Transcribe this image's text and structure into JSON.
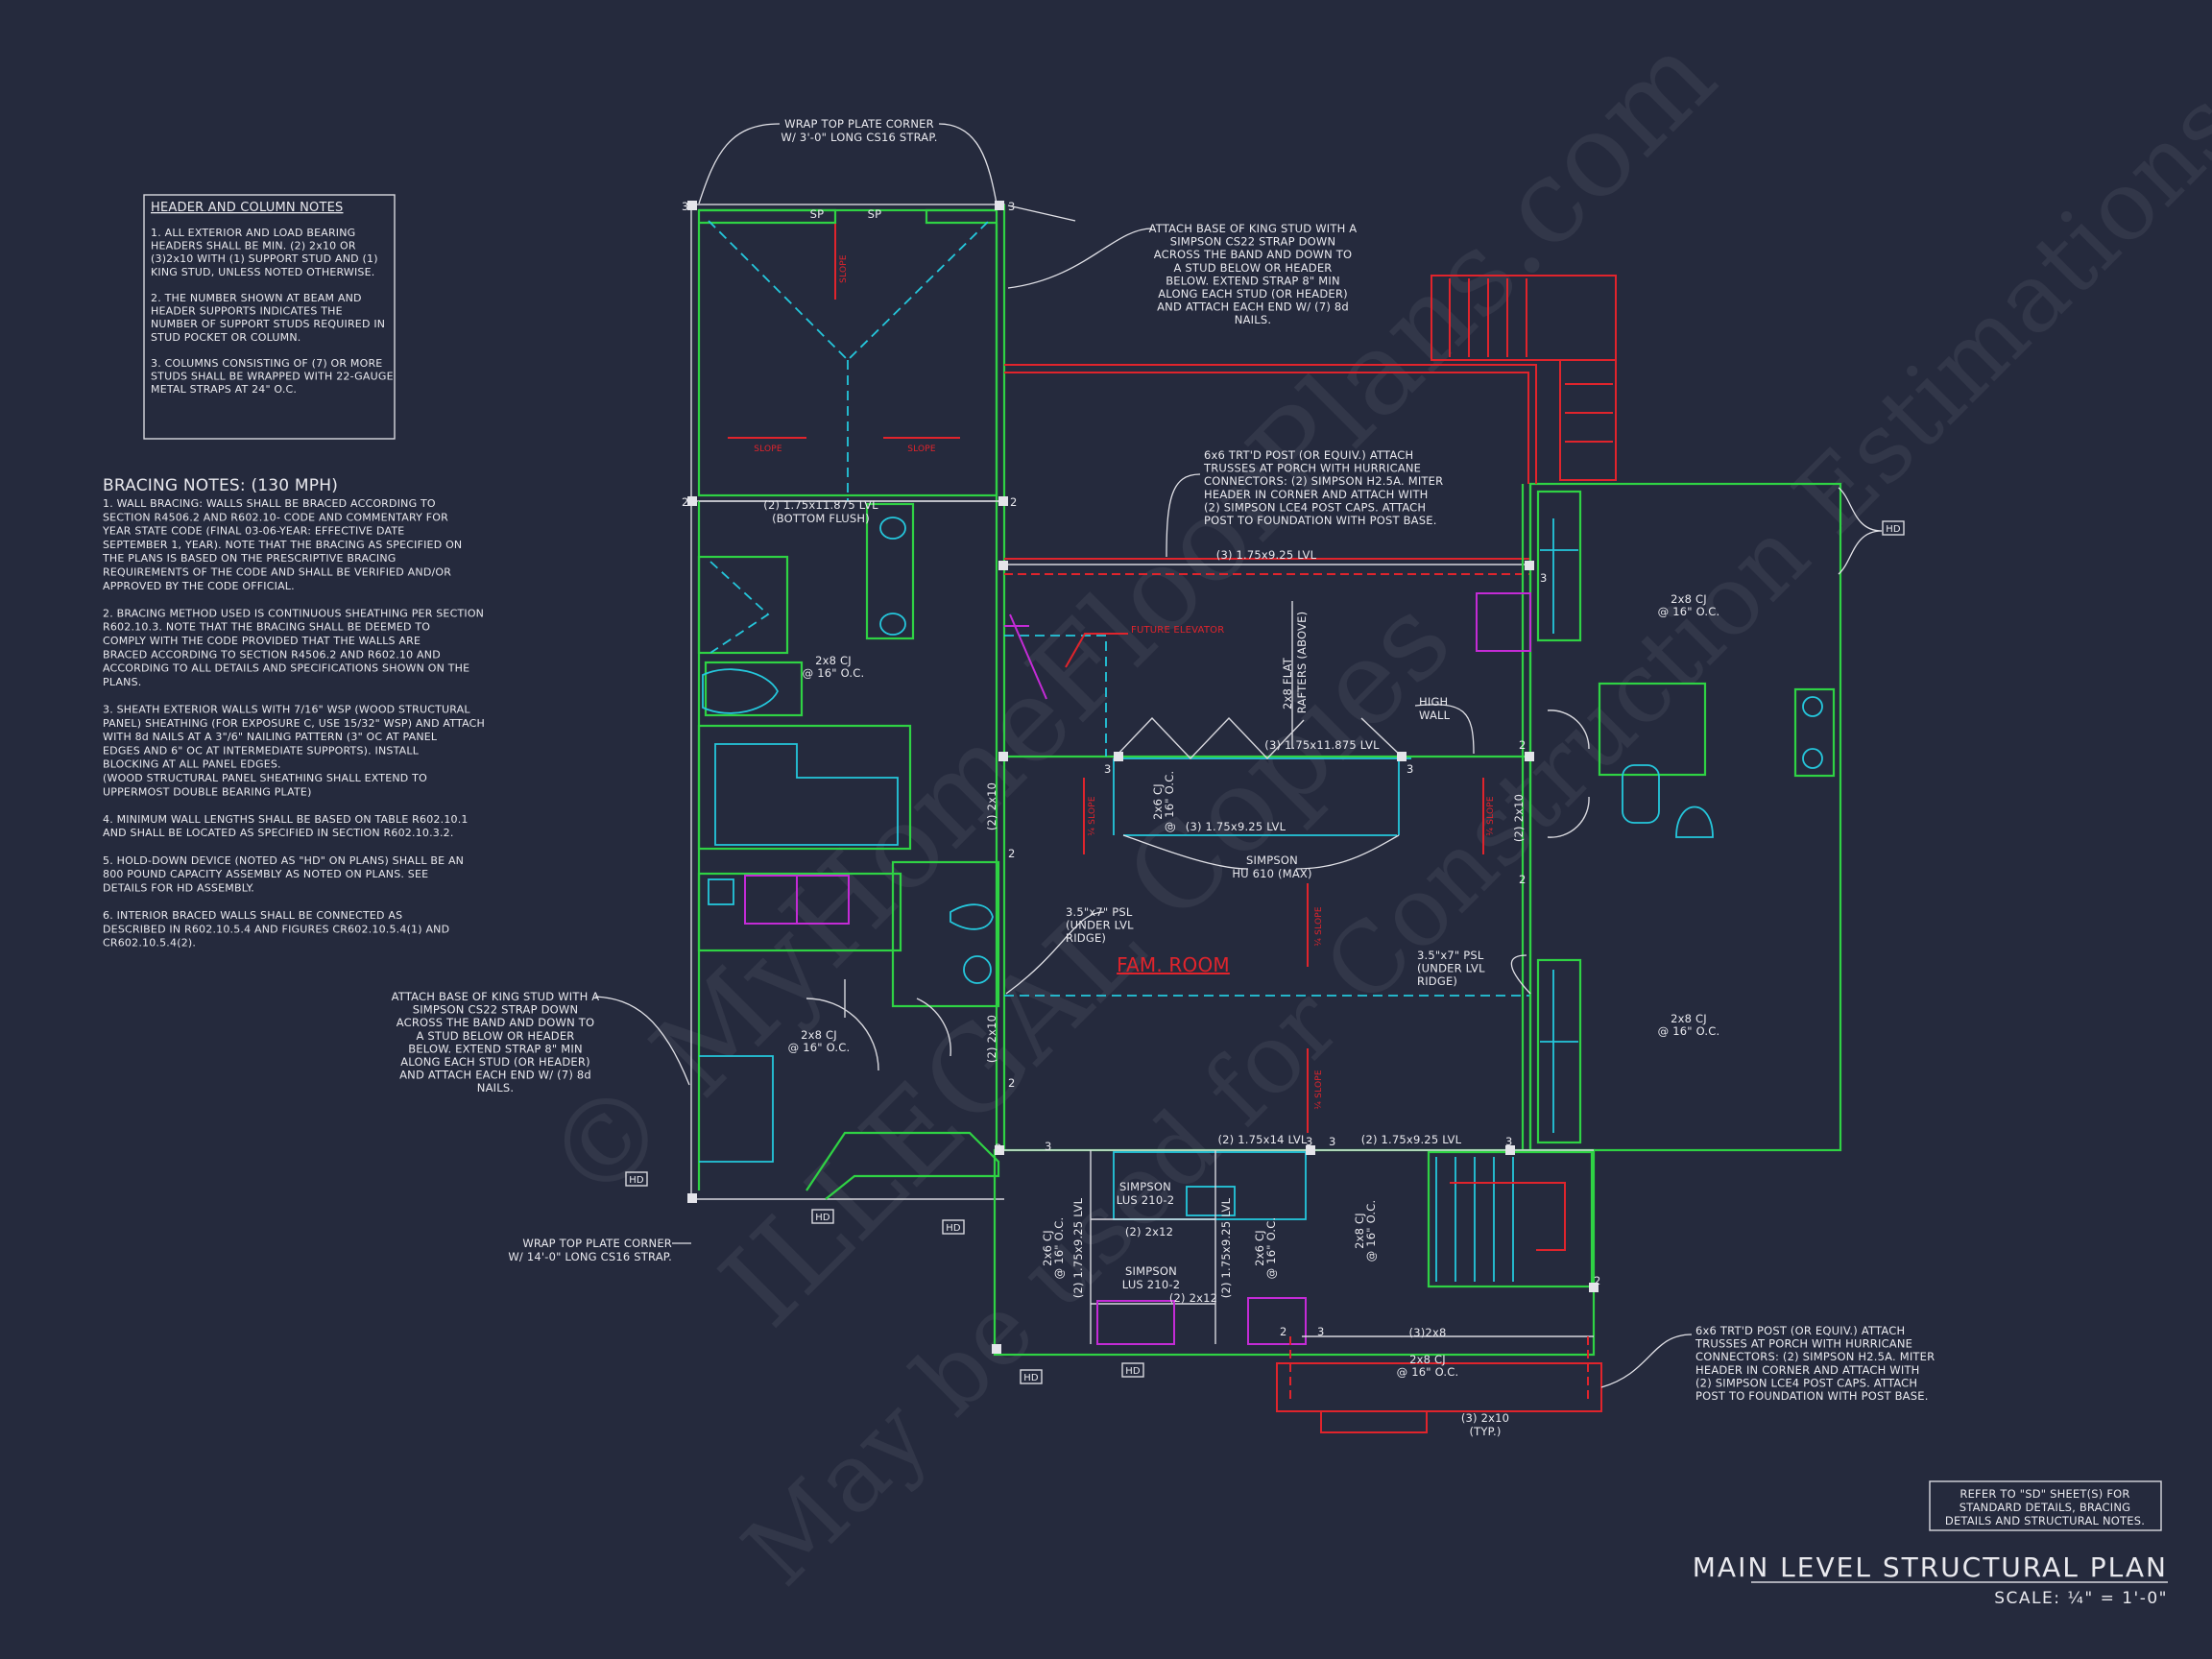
{
  "title": {
    "main": "MAIN LEVEL STRUCTURAL PLAN",
    "scale": "SCALE: ¼\" = 1'-0\""
  },
  "refer_note": [
    "REFER TO \"SD\"  SHEET(S) FOR",
    "STANDARD DETAILS, BRACING",
    "DETAILS AND STRUCTURAL NOTES."
  ],
  "header_notes": {
    "heading": "HEADER AND COLUMN NOTES",
    "lines": [
      "1. ALL EXTERIOR AND LOAD BEARING",
      "HEADERS SHALL BE MIN. (2) 2x10 OR",
      "(3)2x10 WITH (1) SUPPORT STUD AND (1)",
      "KING STUD, UNLESS NOTED OTHERWISE.",
      "",
      "2. THE NUMBER SHOWN AT BEAM AND",
      "HEADER SUPPORTS INDICATES THE",
      "NUMBER OF SUPPORT STUDS REQUIRED IN",
      "STUD POCKET OR COLUMN.",
      "",
      "3. COLUMNS CONSISTING OF (7) OR MORE",
      "STUDS SHALL BE WRAPPED WITH 22-GAUGE",
      "METAL STRAPS AT 24\" O.C."
    ]
  },
  "bracing_notes": {
    "heading": "BRACING NOTES: (130 MPH)",
    "lines": [
      "1. WALL BRACING: WALLS SHALL BE BRACED ACCORDING TO",
      "SECTION R4506.2 AND R602.10- CODE AND COMMENTARY FOR",
      "YEAR STATE CODE (FINAL 03-06-YEAR: EFFECTIVE DATE",
      "SEPTEMBER 1, YEAR). NOTE THAT THE BRACING AS SPECIFIED ON",
      "THE PLANS IS BASED ON THE PRESCRIPTIVE BRACING",
      "REQUIREMENTS OF THE CODE AND SHALL BE VERIFIED AND/OR",
      "APPROVED BY THE CODE OFFICIAL.",
      "",
      "2. BRACING METHOD USED IS CONTINUOUS SHEATHING PER SECTION",
      "R602.10.3. NOTE THAT THE BRACING SHALL BE DEEMED TO",
      "COMPLY WITH THE CODE PROVIDED THAT THE WALLS ARE",
      "BRACED ACCORDING TO SECTION R4506.2 AND R602.10 AND",
      "ACCORDING TO ALL DETAILS AND SPECIFICATIONS SHOWN ON THE",
      "PLANS.",
      "",
      "3. SHEATH EXTERIOR WALLS WITH 7/16\" WSP (WOOD STRUCTURAL",
      "PANEL) SHEATHING (FOR EXPOSURE C, USE 15/32\" WSP) AND ATTACH",
      "WITH 8d NAILS AT A 3\"/6\" NAILING PATTERN (3\" OC AT PANEL",
      "EDGES AND 6\" OC AT INTERMEDIATE SUPPORTS). INSTALL",
      "BLOCKING AT ALL PANEL EDGES.",
      "(WOOD STRUCTURAL PANEL SHEATHING SHALL EXTEND TO",
      "UPPERMOST DOUBLE BEARING PLATE)",
      "",
      "4. MINIMUM WALL LENGTHS SHALL BE BASED ON TABLE R602.10.1",
      "AND SHALL BE LOCATED AS SPECIFIED IN SECTION R602.10.3.2.",
      "",
      "5. HOLD-DOWN DEVICE (NOTED AS \"HD\" ON PLANS) SHALL BE AN",
      "800 POUND CAPACITY ASSEMBLY AS NOTED ON PLANS. SEE",
      "DETAILS FOR HD ASSEMBLY.",
      "",
      "6. INTERIOR BRACED WALLS SHALL BE CONNECTED AS",
      "DESCRIBED IN R602.10.5.4 AND FIGURES CR602.10.5.4(1) AND",
      "CR602.10.5.4(2)."
    ]
  },
  "callouts": {
    "wrap_top": [
      "WRAP TOP PLATE CORNER",
      "W/ 3'-0\" LONG CS16 STRAP."
    ],
    "wrap_bottom": [
      "WRAP TOP PLATE CORNER",
      "W/ 14'-0\" LONG CS16 STRAP."
    ],
    "king_stud": [
      "ATTACH BASE OF KING STUD WITH A",
      "SIMPSON CS22 STRAP DOWN",
      "ACROSS THE BAND AND DOWN TO",
      "A STUD BELOW OR HEADER",
      "BELOW.  EXTEND STRAP 8\" MIN",
      "ALONG EACH STUD (OR HEADER)",
      "AND ATTACH EACH END W/ (7) 8d",
      "NAILS."
    ],
    "porch_post": [
      "6x6 TRT'D POST (OR EQUIV.) ATTACH",
      "TRUSSES AT PORCH WITH HURRICANE",
      "CONNECTORS: (2) SIMPSON H2.5A. MITER",
      "HEADER IN CORNER AND ATTACH WITH",
      "(2) SIMPSON LCE4 POST CAPS.  ATTACH",
      "POST TO FOUNDATION WITH POST BASE."
    ],
    "psl": [
      "3.5\"x7\" PSL",
      "(UNDER LVL",
      "RIDGE)"
    ],
    "simpson_hu": [
      "SIMPSON",
      "HU 610 (MAX)"
    ],
    "simpson_lus": [
      "SIMPSON",
      "LUS 210-2"
    ],
    "high_wall": [
      "HIGH",
      "WALL"
    ],
    "hd": "HD"
  },
  "labels": {
    "sp": "SP",
    "bottom_flush": [
      "(2) 1.75x11.875 LVL",
      "(BOTTOM FLUSH)"
    ],
    "lvl_3_925": "(3) 1.75x9.25 LVL",
    "lvl_3_11875": "(3) 1.75x11.875 LVL",
    "lvl_2_14": "(2) 1.75x14 LVL",
    "lvl_2_925": "(2) 1.75x9.25 LVL",
    "flat_rafters": [
      "2x8 FLAT",
      "RAFTERS (ABOVE)"
    ],
    "cj_2x8": [
      "2x8 CJ",
      "@ 16\" O.C."
    ],
    "cj_2x6": [
      "2x6 CJ",
      "@ 16\" O.C."
    ],
    "hdr_2x10": "(2) 2x10",
    "hdr_2x12": "(2) 2x12",
    "hdr_3_2x8": "(3)2x8",
    "hdr_3_2x10": [
      "(3) 2x10",
      "(TYP.)"
    ],
    "fam_room": "FAM. ROOM",
    "future_elevator": "FUTURE ELEVATOR",
    "slope": "SLOPE",
    "quarter_slope": "¼ SLOPE",
    "stud_3": "3",
    "stud_2": "2"
  },
  "watermark": [
    "© MyHomeFloorPlans.com",
    "ILLEGAL Copies",
    "May be used for Construction Estimations"
  ],
  "colors": {
    "background": "#252a3d",
    "wall": "#2fd244",
    "fixture": "#25c7dc",
    "deck_porch": "#e0242c",
    "furniture": "#c42bd6",
    "text": "#e9e9ee"
  }
}
